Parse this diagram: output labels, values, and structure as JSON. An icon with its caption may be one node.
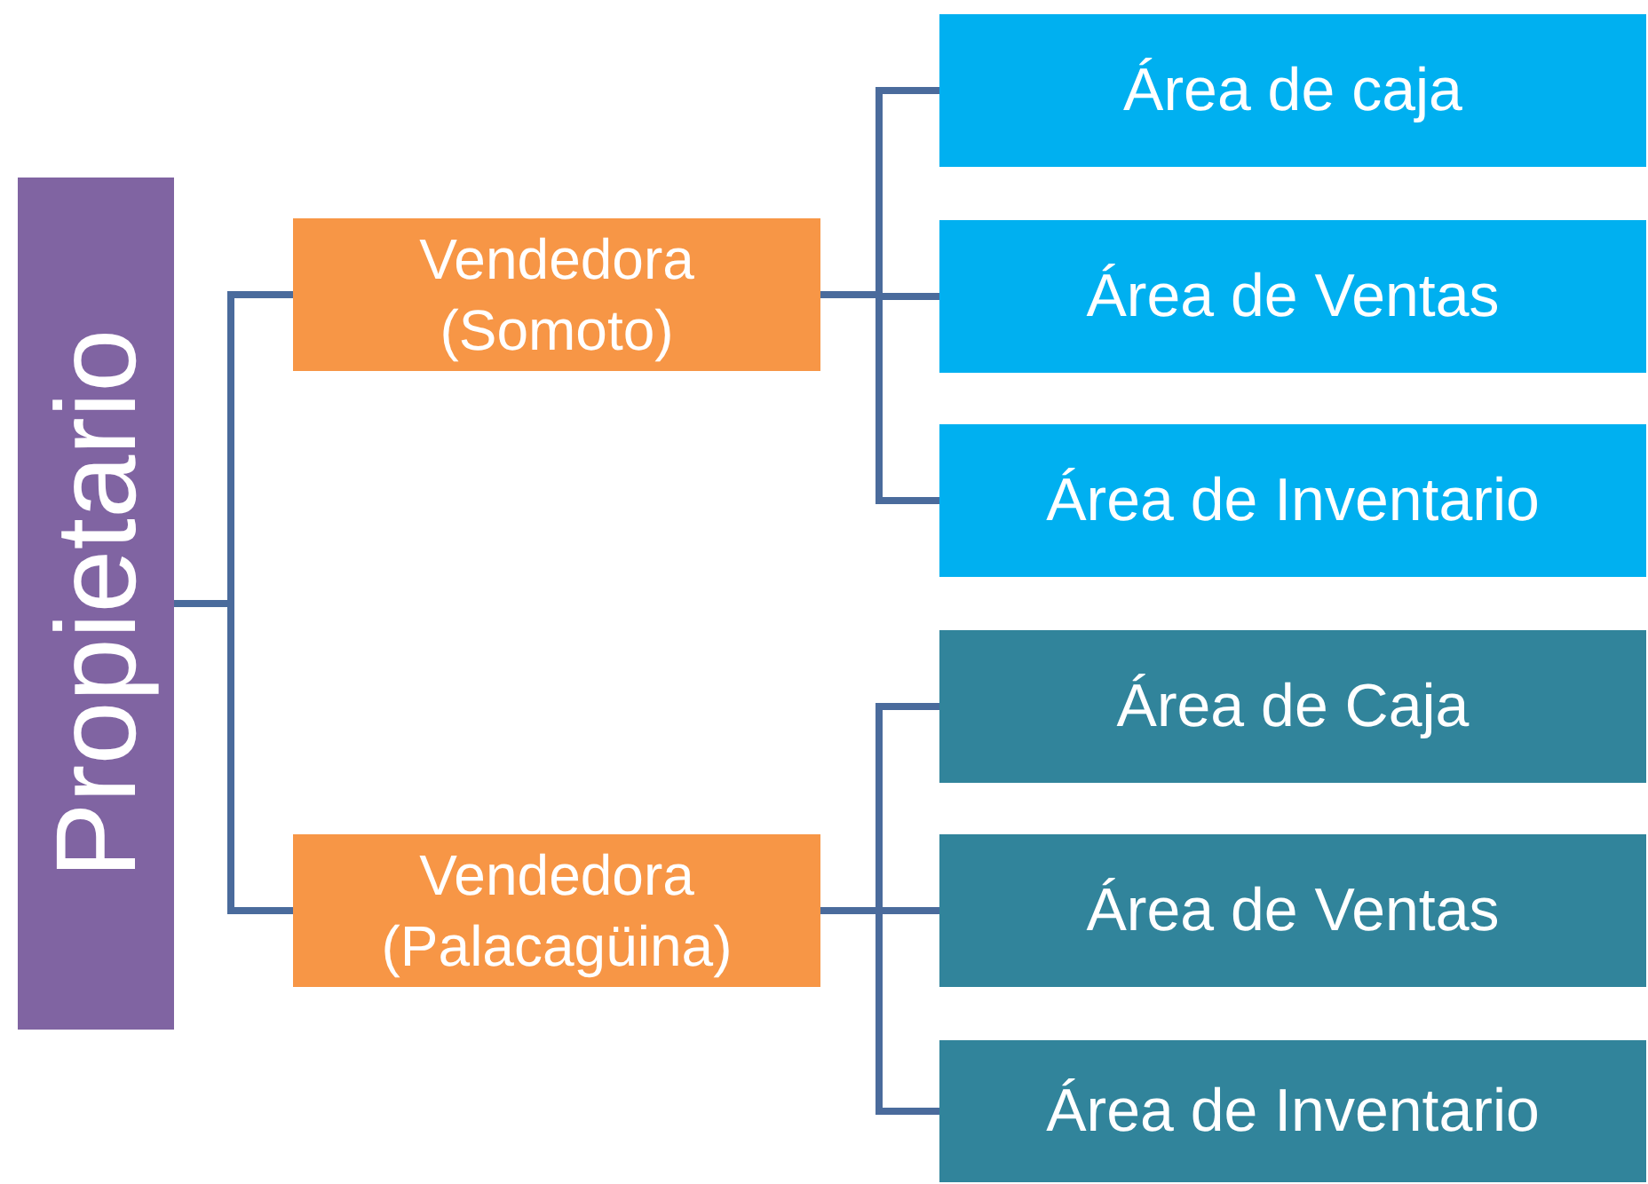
{
  "diagram": {
    "nodes": [
      {
        "text": [
          "Propietario"
        ]
      },
      {
        "text": [
          "Vendedora (Somoto)"
        ]
      },
      {
        "text": [
          "Área de caja"
        ]
      },
      {
        "text": [
          "Área de Ventas"
        ]
      },
      {
        "text": [
          "Área de Inventario"
        ]
      },
      {
        "text": [
          "Vendedora (Palacagüina)"
        ]
      },
      {
        "text": [
          "Área de Caja"
        ]
      },
      {
        "text": [
          "Área de Ventas"
        ]
      },
      {
        "text": [
          "Área de Inventario"
        ]
      }
    ],
    "edges": [
      {
        "from": 0,
        "to": 1,
        "arrow": "none"
      },
      {
        "from": 0,
        "to": 5,
        "arrow": "none"
      },
      {
        "from": 1,
        "to": 2,
        "arrow": "none"
      },
      {
        "from": 1,
        "to": 3,
        "arrow": "none"
      },
      {
        "from": 1,
        "to": 4,
        "arrow": "none"
      },
      {
        "from": 5,
        "to": 6,
        "arrow": "none"
      },
      {
        "from": 5,
        "to": 7,
        "arrow": "none"
      },
      {
        "from": 5,
        "to": 8,
        "arrow": "none"
      }
    ]
  }
}
